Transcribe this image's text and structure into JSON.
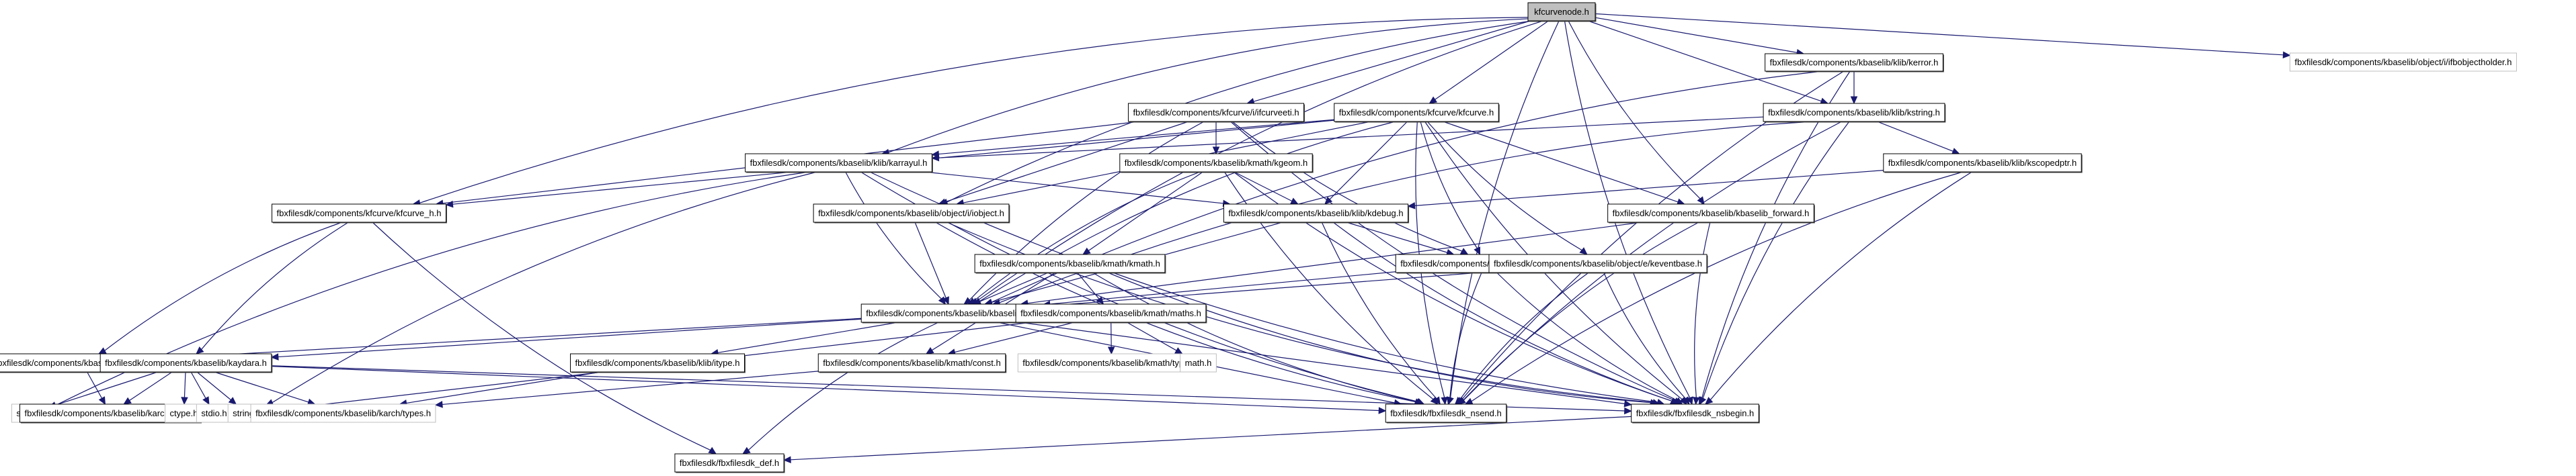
{
  "title": "kfcurvenode.h",
  "colors": {
    "edge": "#191970",
    "root_fill": "#bfbfbf",
    "node_border": "#000000",
    "external_border": "#bfbfbf"
  },
  "nodes": [
    {
      "id": "root",
      "label": "kfcurvenode.h",
      "kind": "root"
    },
    {
      "id": "kerror",
      "label": "fbxfilesdk/components/kbaselib/klib/kerror.h",
      "kind": "internal"
    },
    {
      "id": "ifbobjectholder",
      "label": "fbxfilesdk/components/kbaselib/object/i/ifbobjectholder.h",
      "kind": "external"
    },
    {
      "id": "ifcurveeti",
      "label": "fbxfilesdk/components/kfcurve/i/ifcurveeti.h",
      "kind": "internal"
    },
    {
      "id": "kfcurve",
      "label": "fbxfilesdk/components/kfcurve/kfcurve.h",
      "kind": "internal"
    },
    {
      "id": "kstring",
      "label": "fbxfilesdk/components/kbaselib/klib/kstring.h",
      "kind": "internal"
    },
    {
      "id": "karrayul",
      "label": "fbxfilesdk/components/kbaselib/klib/karrayul.h",
      "kind": "internal"
    },
    {
      "id": "kgeom",
      "label": "fbxfilesdk/components/kbaselib/kmath/kgeom.h",
      "kind": "internal"
    },
    {
      "id": "kscopedptr",
      "label": "fbxfilesdk/components/kbaselib/klib/kscopedptr.h",
      "kind": "internal"
    },
    {
      "id": "kfcurve_h",
      "label": "fbxfilesdk/components/kfcurve/kfcurve_h.h",
      "kind": "internal"
    },
    {
      "id": "iobject",
      "label": "fbxfilesdk/components/kbaselib/object/i/iobject.h",
      "kind": "internal"
    },
    {
      "id": "kdebug",
      "label": "fbxfilesdk/components/kbaselib/klib/kdebug.h",
      "kind": "internal"
    },
    {
      "id": "kbaselib_forward",
      "label": "fbxfilesdk/components/kbaselib/kbaselib_forward.h",
      "kind": "internal"
    },
    {
      "id": "kmath",
      "label": "fbxfilesdk/components/kbaselib/kmath/kmath.h",
      "kind": "internal"
    },
    {
      "id": "ktime",
      "label": "fbxfilesdk/components/kbaselib/klib/ktime.h",
      "kind": "internal"
    },
    {
      "id": "keventbase",
      "label": "fbxfilesdk/components/kbaselib/object/e/keventbase.h",
      "kind": "internal"
    },
    {
      "id": "kbaselib_h",
      "label": "fbxfilesdk/components/kbaselib/kbaselib_h.h",
      "kind": "internal"
    },
    {
      "id": "maths",
      "label": "fbxfilesdk/components/kbaselib/kmath/maths.h",
      "kind": "internal"
    },
    {
      "id": "kaydaradef",
      "label": "fbxfilesdk/components/kbaselib/kaydaradef.h",
      "kind": "internal"
    },
    {
      "id": "kaydara",
      "label": "fbxfilesdk/components/kbaselib/kaydara.h",
      "kind": "internal"
    },
    {
      "id": "itype",
      "label": "fbxfilesdk/components/kbaselib/klib/itype.h",
      "kind": "internal"
    },
    {
      "id": "const",
      "label": "fbxfilesdk/components/kbaselib/kmath/const.h",
      "kind": "internal"
    },
    {
      "id": "kmath_types",
      "label": "fbxfilesdk/components/kbaselib/kmath/types.h",
      "kind": "external"
    },
    {
      "id": "math_h",
      "label": "math.h",
      "kind": "external"
    },
    {
      "id": "stdlib",
      "label": "stdlib.h",
      "kind": "external"
    },
    {
      "id": "arch",
      "label": "fbxfilesdk/components/kbaselib/karch/arch.h",
      "kind": "internal"
    },
    {
      "id": "ctype",
      "label": "ctype.h",
      "kind": "external"
    },
    {
      "id": "stdio",
      "label": "stdio.h",
      "kind": "external"
    },
    {
      "id": "string_h",
      "label": "string.h",
      "kind": "external"
    },
    {
      "id": "karch_types",
      "label": "fbxfilesdk/components/kbaselib/karch/types.h",
      "kind": "external"
    },
    {
      "id": "nsend",
      "label": "fbxfilesdk/fbxfilesdk_nsend.h",
      "kind": "internal"
    },
    {
      "id": "nsbegin",
      "label": "fbxfilesdk/fbxfilesdk_nsbegin.h",
      "kind": "internal"
    },
    {
      "id": "def",
      "label": "fbxfilesdk/fbxfilesdk_def.h",
      "kind": "internal"
    }
  ],
  "edges": [
    [
      "root",
      "kerror"
    ],
    [
      "root",
      "ifbobjectholder"
    ],
    [
      "root",
      "ifcurveeti"
    ],
    [
      "root",
      "kfcurve"
    ],
    [
      "root",
      "kstring"
    ],
    [
      "root",
      "karrayul"
    ],
    [
      "root",
      "kfcurve_h"
    ],
    [
      "root",
      "iobject"
    ],
    [
      "root",
      "kbaselib_forward"
    ],
    [
      "root",
      "kbaselib_h"
    ],
    [
      "root",
      "nsend"
    ],
    [
      "root",
      "nsbegin"
    ],
    [
      "kerror",
      "kstring"
    ],
    [
      "kerror",
      "kbaselib_h"
    ],
    [
      "kerror",
      "nsend"
    ],
    [
      "kerror",
      "nsbegin"
    ],
    [
      "kstring",
      "kscopedptr"
    ],
    [
      "kstring",
      "karrayul"
    ],
    [
      "kstring",
      "kbaselib_h"
    ],
    [
      "kstring",
      "nsend"
    ],
    [
      "kstring",
      "nsbegin"
    ],
    [
      "kscopedptr",
      "kdebug"
    ],
    [
      "kscopedptr",
      "nsend"
    ],
    [
      "kscopedptr",
      "nsbegin"
    ],
    [
      "ifcurveeti",
      "kgeom"
    ],
    [
      "ifcurveeti",
      "kfcurve_h"
    ],
    [
      "ifcurveeti",
      "iobject"
    ],
    [
      "ifcurveeti",
      "kbaselib_h"
    ],
    [
      "ifcurveeti",
      "ktime"
    ],
    [
      "ifcurveeti",
      "nsbegin"
    ],
    [
      "kfcurve",
      "kfcurve_h"
    ],
    [
      "kfcurve",
      "iobject"
    ],
    [
      "kfcurve",
      "kdebug"
    ],
    [
      "kfcurve",
      "ktime"
    ],
    [
      "kfcurve",
      "kbaselib_forward"
    ],
    [
      "kfcurve",
      "keventbase"
    ],
    [
      "kfcurve",
      "kbaselib_h"
    ],
    [
      "kfcurve",
      "nsend"
    ],
    [
      "kfcurve",
      "nsbegin"
    ],
    [
      "kfcurve",
      "karrayul"
    ],
    [
      "karrayul",
      "kdebug"
    ],
    [
      "karrayul",
      "kbaselib_h"
    ],
    [
      "karrayul",
      "stdlib"
    ],
    [
      "karrayul",
      "string_h"
    ],
    [
      "karrayul",
      "nsend"
    ],
    [
      "karrayul",
      "nsbegin"
    ],
    [
      "kgeom",
      "kmath"
    ],
    [
      "kgeom",
      "kdebug"
    ],
    [
      "kgeom",
      "kbaselib_h"
    ],
    [
      "kgeom",
      "nsend"
    ],
    [
      "kgeom",
      "nsbegin"
    ],
    [
      "kfcurve_h",
      "kaydaradef"
    ],
    [
      "kfcurve_h",
      "kaydara"
    ],
    [
      "kfcurve_h",
      "def"
    ],
    [
      "iobject",
      "kbaselib_h"
    ],
    [
      "iobject",
      "nsend"
    ],
    [
      "iobject",
      "nsbegin"
    ],
    [
      "kdebug",
      "ktime"
    ],
    [
      "kdebug",
      "kbaselib_h"
    ],
    [
      "kdebug",
      "nsend"
    ],
    [
      "kdebug",
      "nsbegin"
    ],
    [
      "kbaselib_forward",
      "kbaselib_h"
    ],
    [
      "kbaselib_forward",
      "nsend"
    ],
    [
      "kbaselib_forward",
      "nsbegin"
    ],
    [
      "kmath",
      "kbaselib_h"
    ],
    [
      "kmath",
      "maths"
    ],
    [
      "kmath",
      "const"
    ],
    [
      "kmath",
      "nsend"
    ],
    [
      "kmath",
      "nsbegin"
    ],
    [
      "ktime",
      "kbaselib_h"
    ],
    [
      "ktime",
      "nsend"
    ],
    [
      "ktime",
      "nsbegin"
    ],
    [
      "keventbase",
      "kbaselib_h"
    ],
    [
      "keventbase",
      "nsend"
    ],
    [
      "keventbase",
      "nsbegin"
    ],
    [
      "kbaselib_h",
      "kaydara"
    ],
    [
      "kbaselib_h",
      "kaydaradef"
    ],
    [
      "kbaselib_h",
      "itype"
    ],
    [
      "kbaselib_h",
      "def"
    ],
    [
      "kbaselib_h",
      "nsend"
    ],
    [
      "kbaselib_h",
      "nsbegin"
    ],
    [
      "maths",
      "kmath_types"
    ],
    [
      "maths",
      "math_h"
    ],
    [
      "maths",
      "const"
    ],
    [
      "maths",
      "string_h"
    ],
    [
      "kaydaradef",
      "arch"
    ],
    [
      "kaydara",
      "stdlib"
    ],
    [
      "kaydara",
      "arch"
    ],
    [
      "kaydara",
      "ctype"
    ],
    [
      "kaydara",
      "stdio"
    ],
    [
      "kaydara",
      "string_h"
    ],
    [
      "kaydara",
      "karch_types"
    ],
    [
      "kaydara",
      "nsend"
    ],
    [
      "kaydara",
      "nsbegin"
    ],
    [
      "itype",
      "karch_types"
    ],
    [
      "const",
      "karch_types"
    ],
    [
      "nsbegin",
      "def"
    ]
  ]
}
